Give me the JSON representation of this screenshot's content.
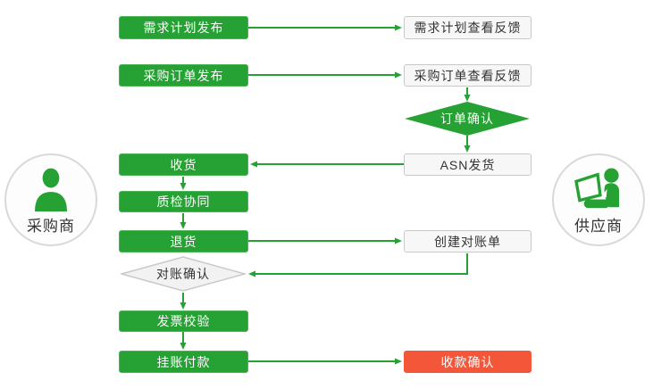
{
  "colors": {
    "green": "#25a233",
    "green_border": "#4db456",
    "red": "#f4563a",
    "white_box_bg": "#f7f7f7",
    "white_box_border": "#c9c9c9",
    "gray_diamond_bg": "#f2f2f2",
    "text_dark": "#333333",
    "text_light": "#ffffff",
    "circle_border": "#d9d9d9"
  },
  "actors": {
    "buyer": {
      "label": "采购商",
      "icon": "buyer-person-icon"
    },
    "supplier": {
      "label": "供应商",
      "icon": "supplier-laptop-person-icon"
    }
  },
  "nodes": {
    "demand_plan_publish": "需求计划发布",
    "demand_plan_feedback": "需求计划查看反馈",
    "po_publish": "采购订单发布",
    "po_feedback": "采购订单查看反馈",
    "order_confirm": "订单确认",
    "receive": "收货",
    "asn_ship": "ASN发货",
    "quality_check": "质检协同",
    "return_goods": "退货",
    "create_statement": "创建对账单",
    "reconcile_confirm": "对账确认",
    "invoice_verify": "发票校验",
    "payment_on_account": "挂账付款",
    "receipt_confirm": "收款确认"
  }
}
